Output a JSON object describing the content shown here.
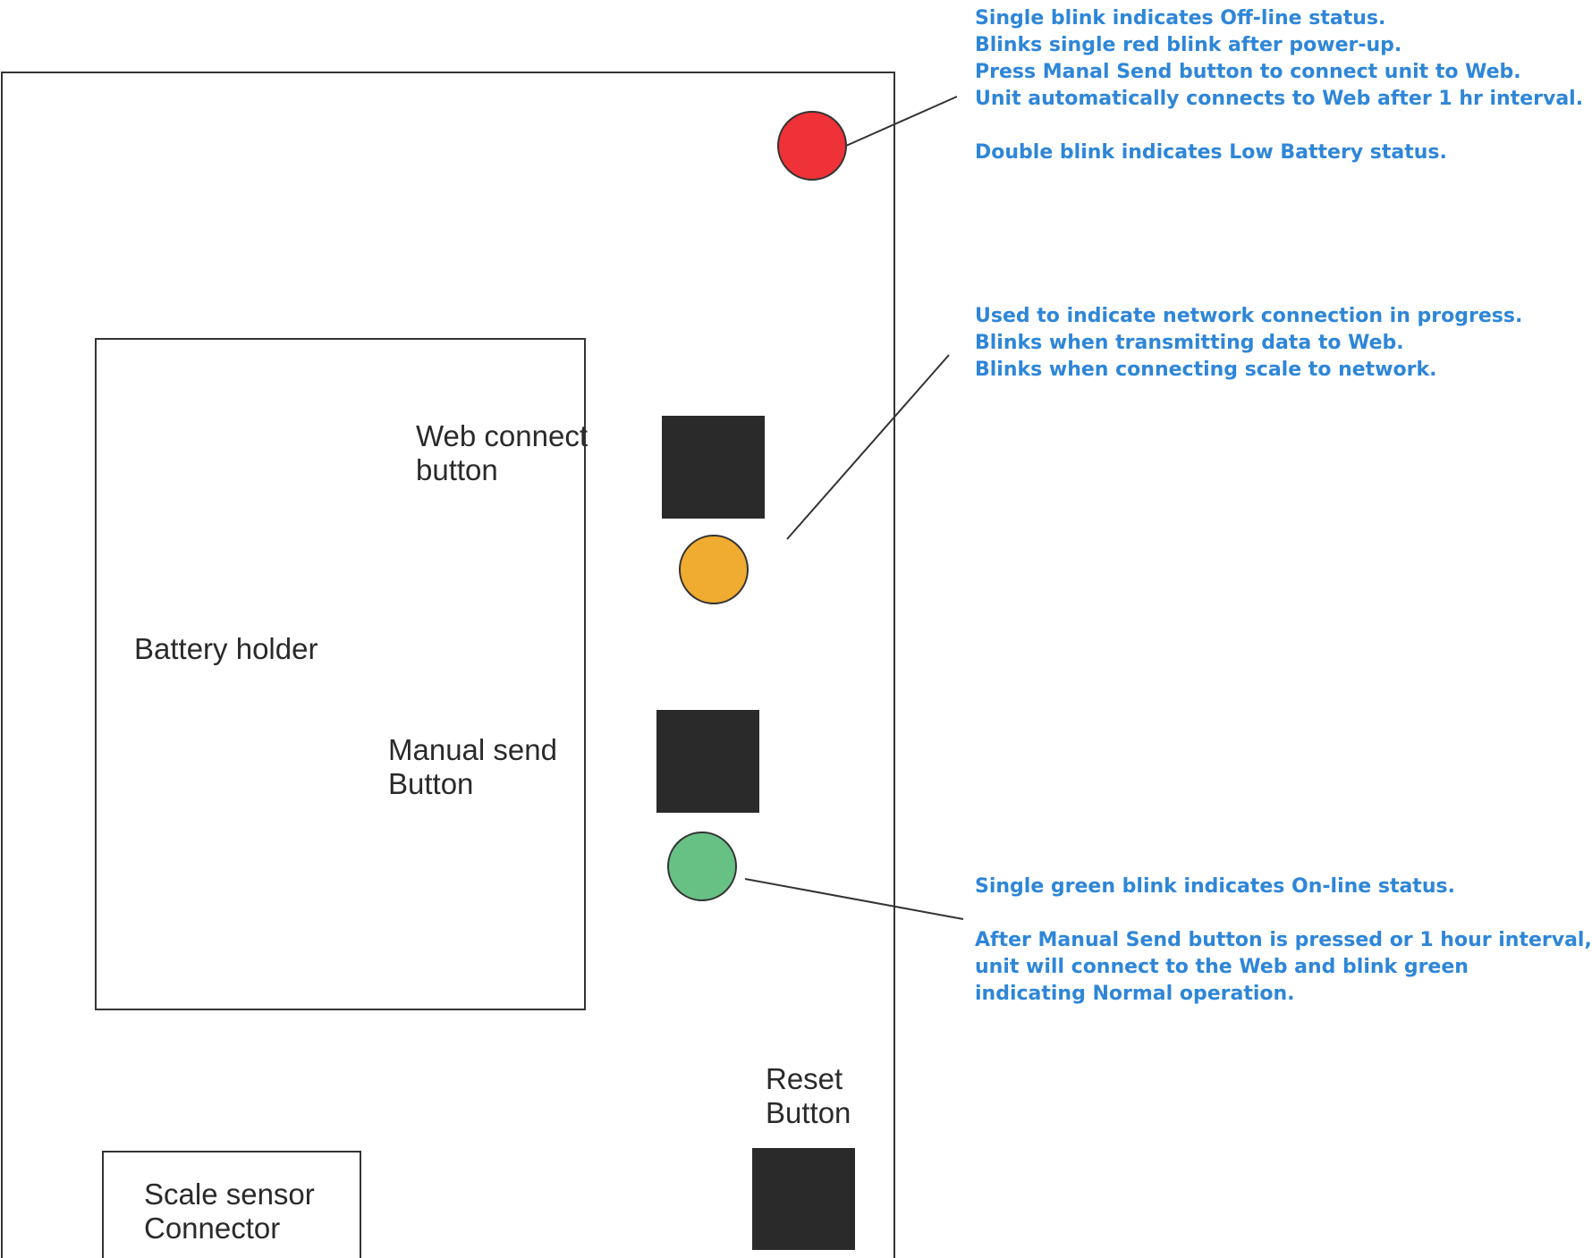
{
  "labels": {
    "web_connect": [
      "Web connect",
      "button"
    ],
    "battery_holder": "Battery holder",
    "manual_send": [
      "Manual send",
      "Button"
    ],
    "reset": [
      "Reset",
      "Button"
    ],
    "scale_sensor": [
      "Scale sensor",
      "Connector"
    ]
  },
  "leds": {
    "red": "#ee3237",
    "orange": "#f0ab31",
    "green": "#68c184",
    "outline": "#333333"
  },
  "buttons": {
    "fill": "#2a2a2a"
  },
  "notes": {
    "red_led": [
      "Single blink indicates Off-line status.",
      "Blinks single red blink after power-up.",
      "Press Manal Send button to connect unit to Web.",
      "Unit automatically connects to Web after 1 hr interval.",
      "",
      "Double blink indicates Low Battery status."
    ],
    "orange_led": [
      "Used to indicate network connection in progress.",
      "Blinks when transmitting data to Web.",
      "Blinks when connecting scale to network."
    ],
    "green_led": [
      "Single green blink indicates On-line status.",
      "",
      "After Manual Send button is pressed or 1 hour interval,",
      "unit will connect to the Web and blink green",
      "indicating Normal operation."
    ],
    "color": "#2e86d8"
  }
}
